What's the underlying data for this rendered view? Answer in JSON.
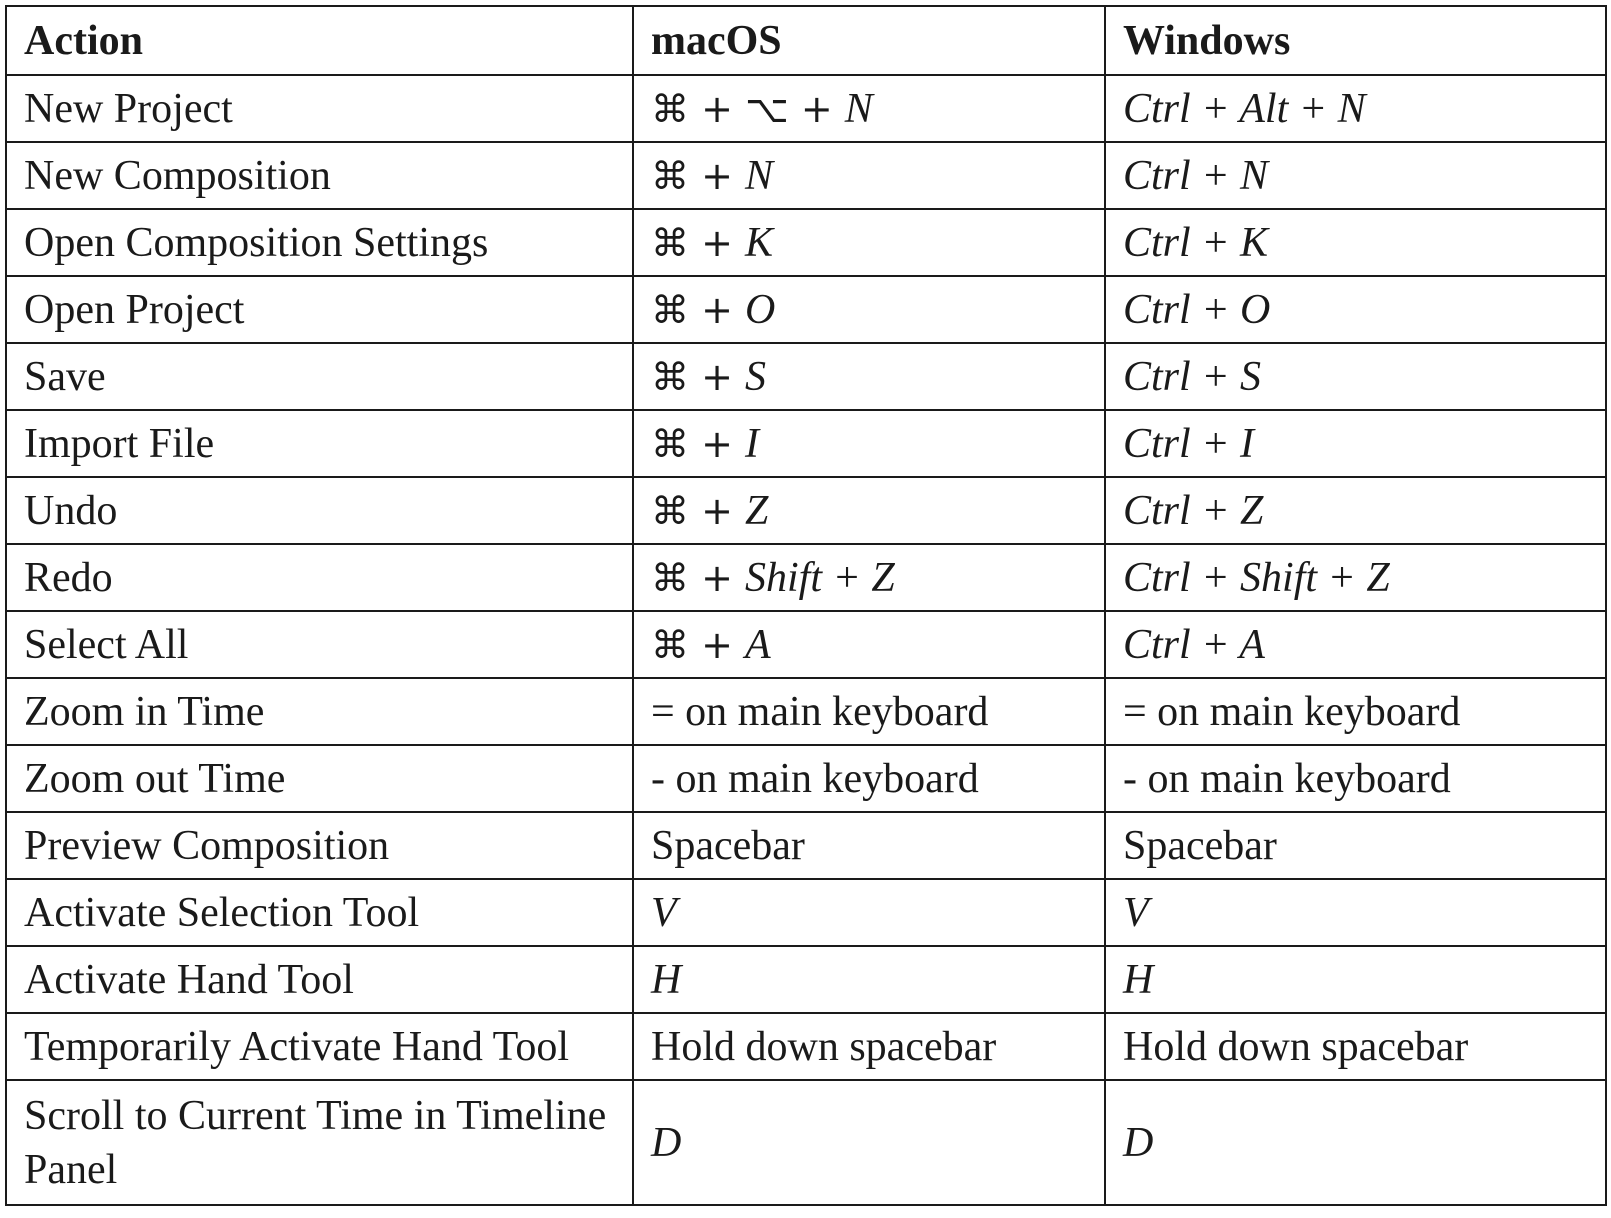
{
  "headers": {
    "action": "Action",
    "mac": "macOS",
    "win": "Windows"
  },
  "rows": [
    {
      "action": "New Project",
      "mac_sym": "⌘ + ⌥ + ",
      "mac_key": "N",
      "win": "Ctrl + Alt + N"
    },
    {
      "action": "New Composition",
      "mac_sym": "⌘ + ",
      "mac_key": "N",
      "win": "Ctrl + N"
    },
    {
      "action": "Open Composition Settings",
      "mac_sym": "⌘ + ",
      "mac_key": "K",
      "win": "Ctrl + K"
    },
    {
      "action": "Open Project",
      "mac_sym": "⌘ + ",
      "mac_key": "O",
      "win": "Ctrl + O"
    },
    {
      "action": "Save",
      "mac_sym": "⌘ + ",
      "mac_key": "S",
      "win": "Ctrl + S"
    },
    {
      "action": "Import File",
      "mac_sym": "⌘ + ",
      "mac_key": "I",
      "win": "Ctrl + I"
    },
    {
      "action": "Undo",
      "mac_sym": "⌘ + ",
      "mac_key": "Z",
      "win": "Ctrl + Z"
    },
    {
      "action": "Redo",
      "mac_sym": "⌘ + ",
      "mac_key": "Shift + Z",
      "win": "Ctrl + Shift + Z"
    },
    {
      "action": "Select All",
      "mac_sym": "⌘ + ",
      "mac_key": "A",
      "win": "Ctrl + A"
    },
    {
      "action": "Zoom in Time",
      "mac": "= on main keyboard",
      "win": "= on main keyboard"
    },
    {
      "action": "Zoom out Time",
      "mac": "- on main keyboard",
      "win": "- on main keyboard"
    },
    {
      "action": "Preview Composition",
      "mac": "Spacebar",
      "win": "Spacebar"
    },
    {
      "action": "Activate Selection Tool",
      "mac": "V",
      "win": "V"
    },
    {
      "action": "Activate Hand Tool",
      "mac": "H",
      "win": "H"
    },
    {
      "action": "Temporarily Activate Hand Tool",
      "mac": "Hold down spacebar",
      "win": "Hold down spacebar"
    },
    {
      "action": "Scroll to Current Time in Timeline Panel",
      "mac": "D",
      "win": "D"
    }
  ]
}
